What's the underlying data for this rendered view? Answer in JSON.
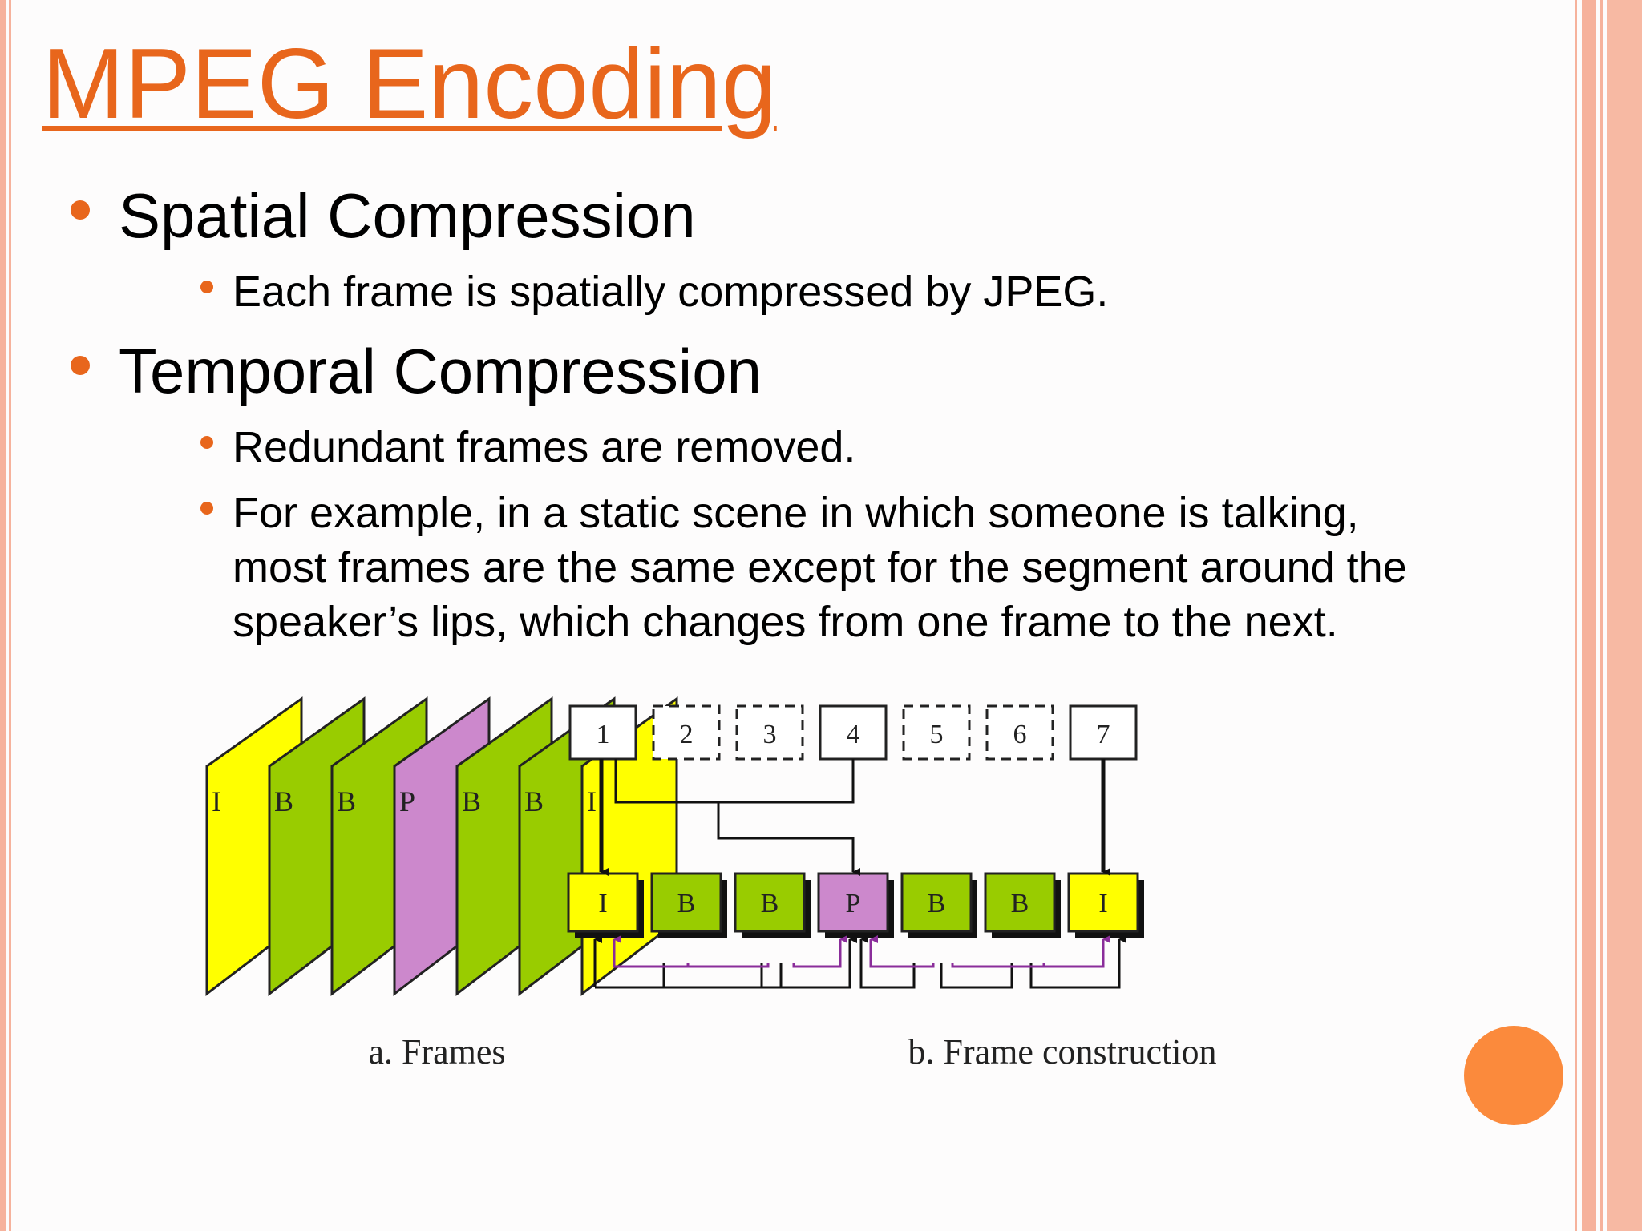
{
  "title": "MPEG Encoding",
  "bullets": [
    {
      "text": "Spatial Compression",
      "sub": [
        "Each frame is spatially compressed by JPEG."
      ]
    },
    {
      "text": "Temporal Compression",
      "sub": [
        "Redundant frames are removed.",
        "For example, in a static scene in which someone is talking,",
        "most frames are the same except for the segment around the",
        "speaker’s lips, which changes from one frame to the next."
      ]
    }
  ],
  "figure_a": {
    "caption": "a. Frames",
    "frames": [
      {
        "label": "I",
        "color": "#ffff00"
      },
      {
        "label": "B",
        "color": "#99cc00"
      },
      {
        "label": "B",
        "color": "#99cc00"
      },
      {
        "label": "P",
        "color": "#cc88cc"
      },
      {
        "label": "B",
        "color": "#99cc00"
      },
      {
        "label": "B",
        "color": "#99cc00"
      },
      {
        "label": "I",
        "color": "#ffff00"
      }
    ]
  },
  "figure_b": {
    "caption": "b. Frame construction",
    "top_boxes": [
      {
        "label": "1",
        "dashed": false
      },
      {
        "label": "2",
        "dashed": true
      },
      {
        "label": "3",
        "dashed": true
      },
      {
        "label": "4",
        "dashed": false
      },
      {
        "label": "5",
        "dashed": true
      },
      {
        "label": "6",
        "dashed": true
      },
      {
        "label": "7",
        "dashed": false
      }
    ],
    "bottom_boxes": [
      {
        "label": "I",
        "color": "#ffff00"
      },
      {
        "label": "B",
        "color": "#99cc00"
      },
      {
        "label": "B",
        "color": "#99cc00"
      },
      {
        "label": "P",
        "color": "#cc88cc"
      },
      {
        "label": "B",
        "color": "#99cc00"
      },
      {
        "label": "B",
        "color": "#99cc00"
      },
      {
        "label": "I",
        "color": "#ffff00"
      }
    ]
  },
  "colors": {
    "accent": "#e8661c",
    "border": "#f6b29c",
    "circle": "#fb8a3c",
    "arrow_purple": "#8a2d9a"
  }
}
